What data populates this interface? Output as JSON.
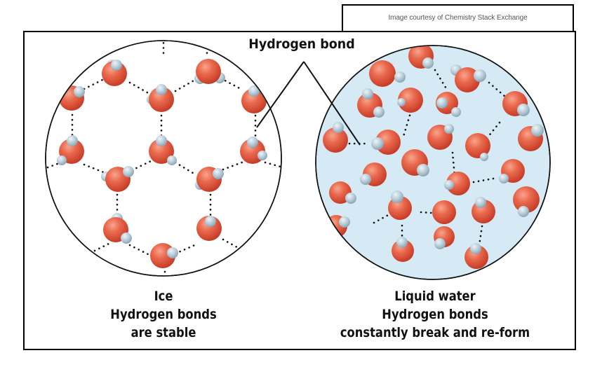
{
  "credit": {
    "text": "Image courtesy of Chemistry Stack Exchange"
  },
  "callout": {
    "title": "Hydrogen bond"
  },
  "panels": [
    {
      "id": "ice",
      "lines": [
        "Ice",
        "Hydrogen bonds",
        "are stable"
      ],
      "background": "#ffffff"
    },
    {
      "id": "liquid",
      "lines": [
        "Liquid water",
        "Hydrogen bonds",
        "constantly break and re-form"
      ],
      "background": "#d6eaf6"
    }
  ],
  "colors": {
    "oxygen": "#e5553c",
    "hydrogen": "#b9cdd8",
    "bond_dots": "#111111",
    "frame": "#000000"
  }
}
